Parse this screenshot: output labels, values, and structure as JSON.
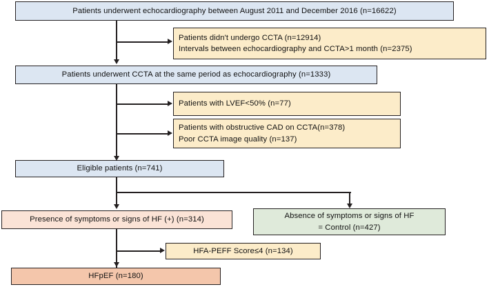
{
  "figure": {
    "type": "flowchart",
    "title": "Patient selection flow diagram",
    "colors": {
      "blue": "#dce6f2",
      "yellow": "#fcecc9",
      "green": "#dfeada",
      "peach": "#fbe3d6",
      "salmon": "#f4c6ab",
      "stroke": "#231f20"
    }
  },
  "nodes": {
    "n1_echo": {
      "text": "Patients underwent echocardiography between August 2011 and December 2016 (n=16622)",
      "n": 16622,
      "fill": "blue"
    },
    "n2_excl1_line1": {
      "text": "Patients didn't undergo CCTA (n=12914)",
      "n": 12914
    },
    "n2_excl1_line2": {
      "text": "Intervals between echocardiography and CCTA>1 month (n=2375)",
      "n": 2375
    },
    "n3_ccta": {
      "text": "Patients underwent CCTA at the same period as echocardiography (n=1333)",
      "n": 1333,
      "fill": "blue"
    },
    "n4_excl2": {
      "text": "Patients with LVEF<50% (n=77)",
      "n": 77
    },
    "n5_excl3_line1": {
      "text": "Patients with obstructive CAD on CCTA(n=378)",
      "n": 378
    },
    "n5_excl3_line2": {
      "text": "Poor CCTA image quality (n=137)",
      "n": 137
    },
    "n6_eligible": {
      "text": "Eligible patients (n=741)",
      "n": 741,
      "fill": "blue"
    },
    "n7_presence": {
      "text": "Presence of symptoms or signs of HF (+) (n=314)",
      "n": 314,
      "fill": "peach"
    },
    "n8_absence_line1": {
      "text": "Absence of symptoms or signs of HF",
      "fill": "green"
    },
    "n8_absence_line2": {
      "text": "= Control (n=427)",
      "n": 427
    },
    "n9_hfapeff": {
      "text": "HFA-PEFF Score≤4 (n=134)",
      "n": 134
    },
    "n10_hfpef": {
      "text": "HFpEF (n=180)",
      "n": 180,
      "fill": "salmon"
    }
  }
}
